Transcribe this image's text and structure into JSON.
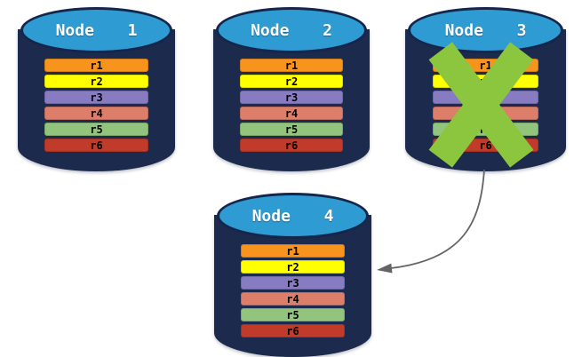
{
  "diagram": {
    "records": [
      {
        "label": "r1",
        "color": "#F7941D"
      },
      {
        "label": "r2",
        "color": "#FFFF00"
      },
      {
        "label": "r3",
        "color": "#877CC2"
      },
      {
        "label": "r4",
        "color": "#DD7E6B"
      },
      {
        "label": "r5",
        "color": "#93C47D"
      },
      {
        "label": "r6",
        "color": "#C13B2B"
      }
    ],
    "nodes": [
      {
        "title": "Node  1",
        "failed": false
      },
      {
        "title": "Node  2",
        "failed": false
      },
      {
        "title": "Node  3",
        "failed": true
      },
      {
        "title": "Node  4",
        "failed": false
      }
    ],
    "colors": {
      "cylinder_top": "#2E9BD3",
      "cylinder_body": "#1B2A4D",
      "cylinder_border": "#14264C",
      "failure_x": "#8CC63E",
      "arrow": "#646464",
      "record_text": "#000000",
      "title_text": "#FFFFFF"
    }
  }
}
